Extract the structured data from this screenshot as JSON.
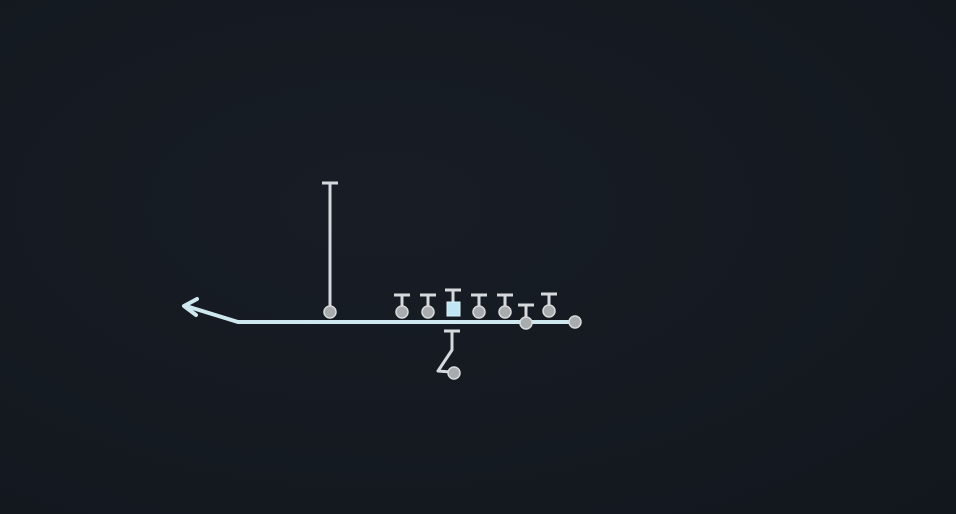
{
  "diagram": {
    "kind": "football-play-diagram",
    "colors": {
      "background": "#151a21",
      "primary_route": "#cfe8f0",
      "player_fill": "#a9acae",
      "player_stroke": "#d8dadb",
      "center_marker": "#bfe6f2",
      "route_line": "#d6d9db"
    },
    "players": [
      {
        "role": "wide-receiver",
        "route": "vertical"
      },
      {
        "role": "offensive-lineman"
      },
      {
        "role": "offensive-lineman"
      },
      {
        "role": "center"
      },
      {
        "role": "offensive-lineman"
      },
      {
        "role": "offensive-lineman"
      },
      {
        "role": "tight-end"
      },
      {
        "role": "wing"
      },
      {
        "role": "running-back",
        "route": "flat"
      },
      {
        "role": "quarterback",
        "route": "drop-back"
      }
    ]
  }
}
